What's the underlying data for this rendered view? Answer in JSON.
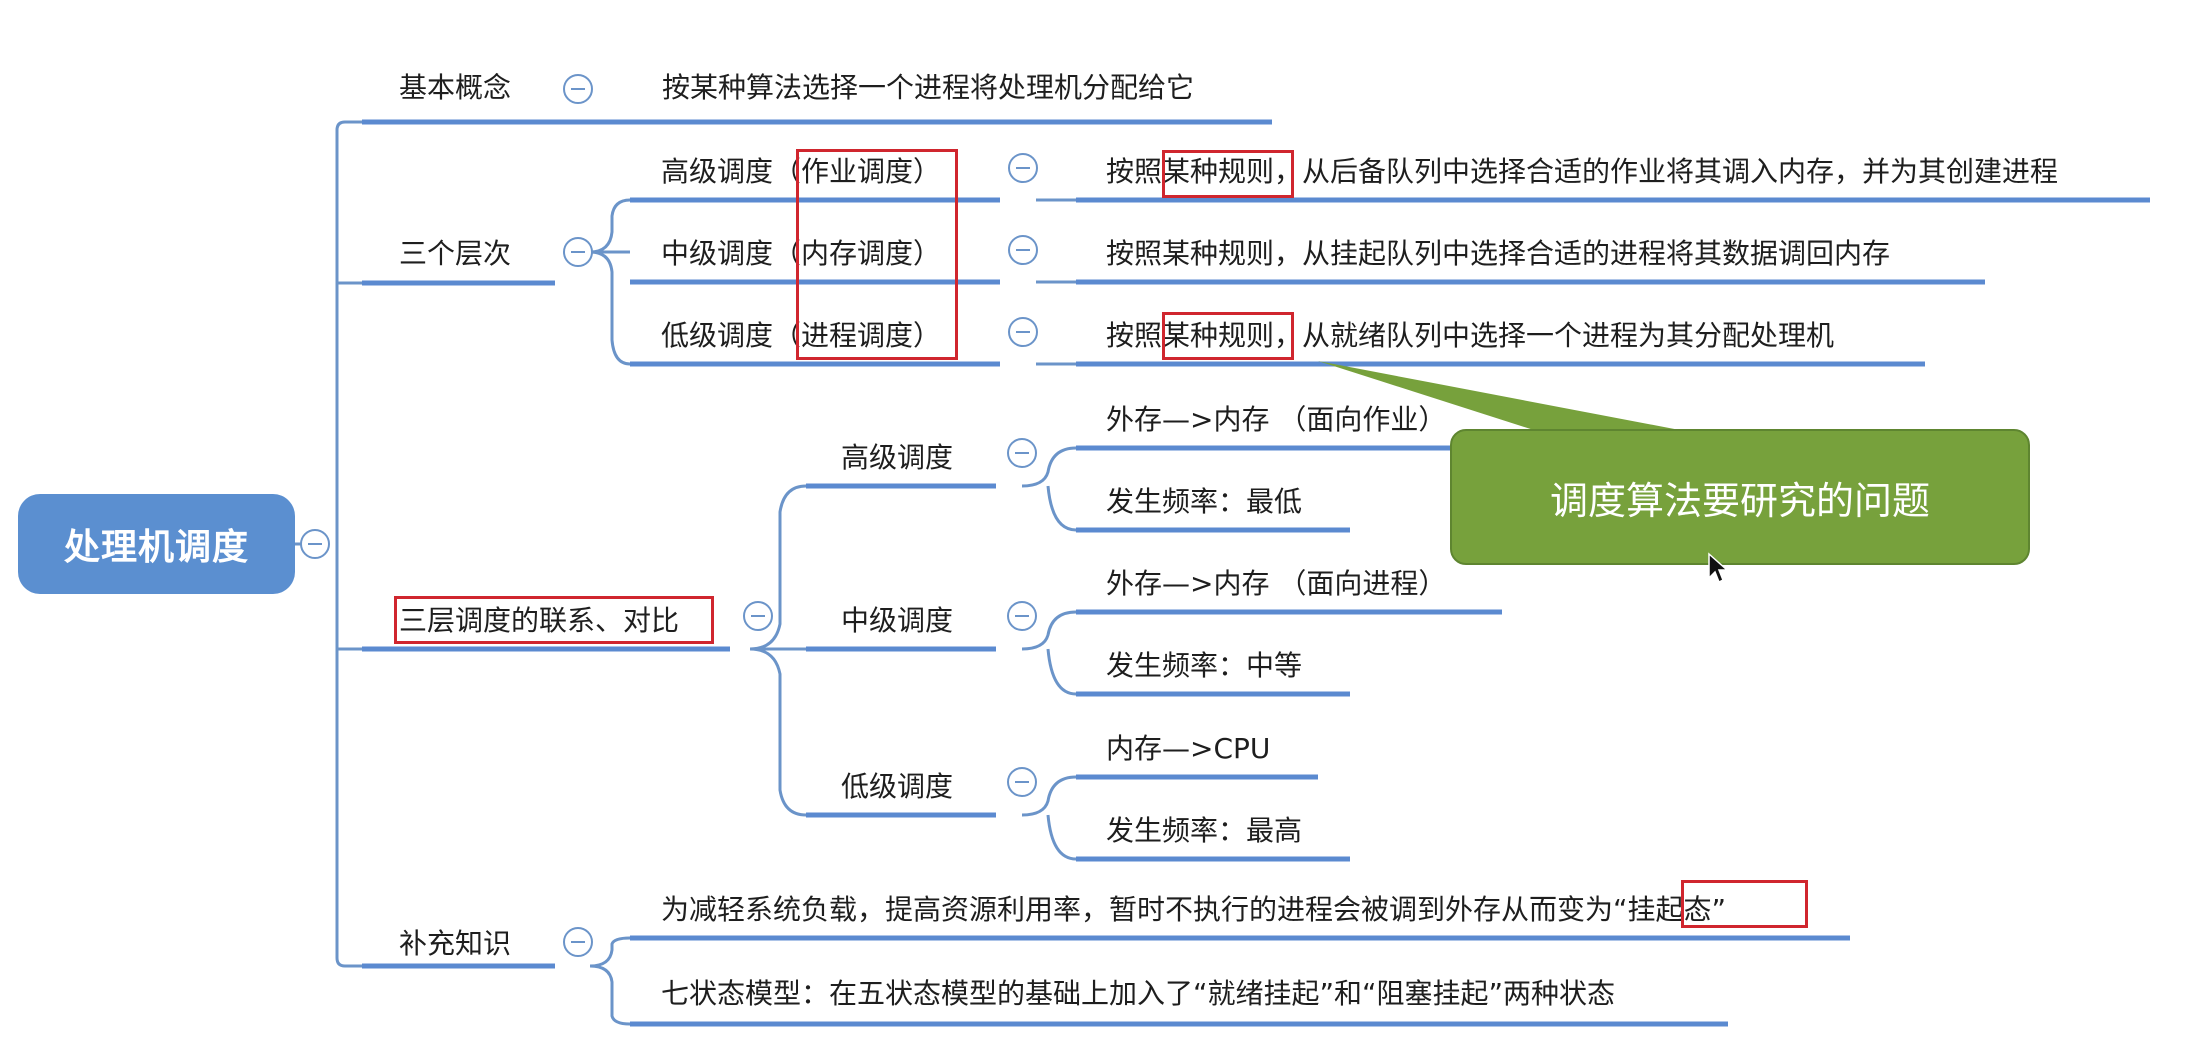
{
  "root": {
    "label": "处理机调度"
  },
  "branches": {
    "concept": {
      "label": "基本概念",
      "detail": "按某种算法选择一个进程将处理机分配给它"
    },
    "levels": {
      "label": "三个层次",
      "items": [
        {
          "name": "高级调度",
          "paren": "（作业调度）",
          "detail_prefix": "按照",
          "detail_rule": "某种规则",
          "detail_rest": "，从后备队列中选择合适的作业将其调入内存，并为其创建进程"
        },
        {
          "name": "中级调度",
          "paren": "（内存调度）",
          "detail_prefix": "按照",
          "detail_rule": "某种规则",
          "detail_rest": "，从挂起队列中选择合适的进程将其数据调回内存"
        },
        {
          "name": "低级调度",
          "paren": "（进程调度）",
          "detail_prefix": "按照",
          "detail_rule": "某种规则",
          "detail_rest": "，从就绪队列中选择一个进程为其分配处理机"
        }
      ]
    },
    "compare": {
      "label": "三层调度的联系、对比",
      "items": [
        {
          "name": "高级调度",
          "direction": "外存—>内存 （面向作业）",
          "frequency": "发生频率：最低"
        },
        {
          "name": "中级调度",
          "direction": "外存—>内存 （面向进程）",
          "frequency": "发生频率：中等"
        },
        {
          "name": "低级调度",
          "direction": "内存—>CPU",
          "frequency": "发生频率：最高"
        }
      ]
    },
    "supplement": {
      "label": "补充知识",
      "detail1_text": "为减轻系统负载，提高资源利用率，暂时不执行的进程会被调到外存从而变为",
      "detail1_highlight": "“挂起态”",
      "detail2": "七状态模型：在五状态模型的基础上加入了“就绪挂起”和“阻塞挂起”两种状态"
    }
  },
  "callout": {
    "text": "调度算法要研究的问题"
  },
  "colors": {
    "root_fill": "#5b8fd0",
    "connector": "#6b94c9",
    "underline": "#5b8ad0",
    "highlight_box": "#d0262e",
    "callout_fill": "#77a13c"
  },
  "icons": [
    "collapse-toggle-icon",
    "mouse-cursor-icon"
  ]
}
